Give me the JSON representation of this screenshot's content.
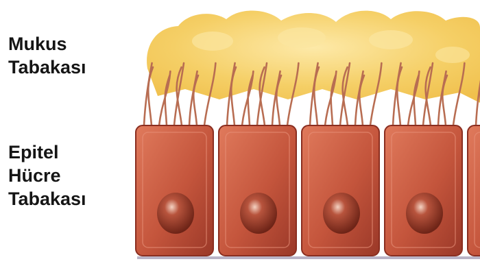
{
  "labels": {
    "mucus": [
      "Mukus",
      "Tabakası"
    ],
    "epithelium": [
      "Epitel",
      "Hücre",
      "Tabakası"
    ]
  },
  "illustration": {
    "cell_count": 5,
    "colors": {
      "mucus": "#f4c95a",
      "mucus_light": "#fbe6a0",
      "cilia": "#b86d52",
      "cell_fill": "#c0513a",
      "cell_edge": "#8a2e20",
      "nucleus": "#7d2a1c",
      "nucleus_highlight": "#f1c9b8",
      "base_line": "#b9b3c6"
    }
  }
}
